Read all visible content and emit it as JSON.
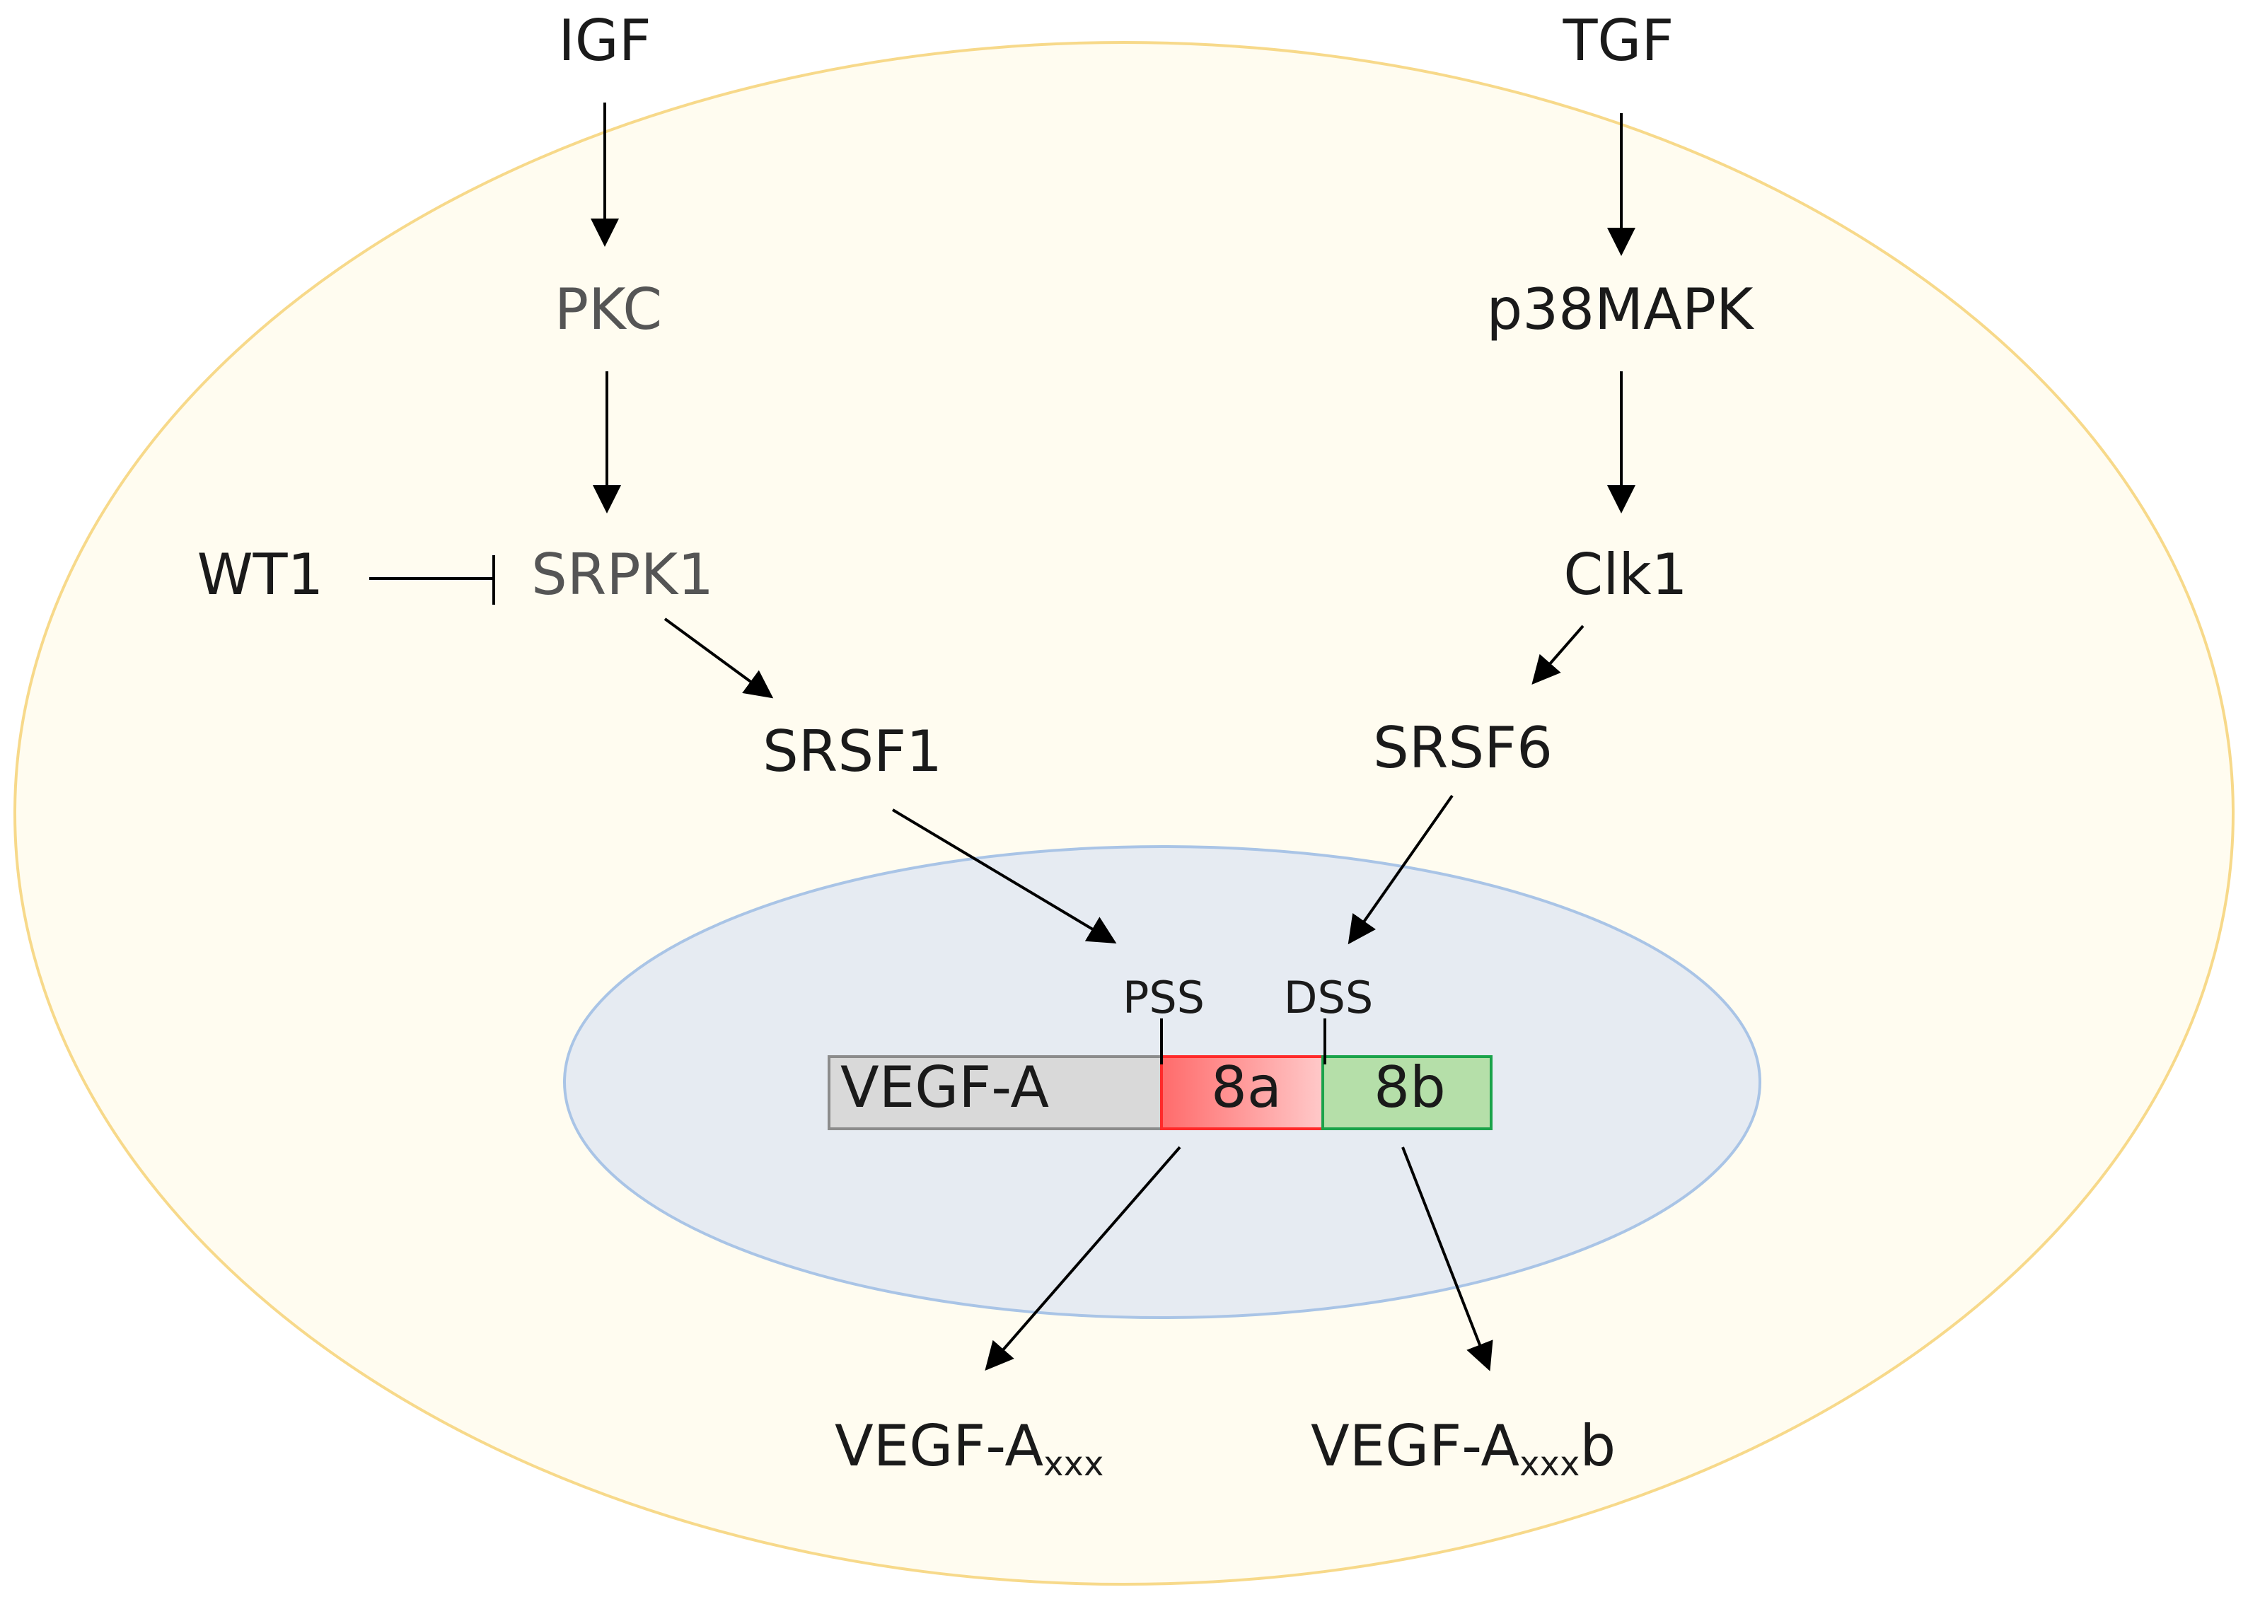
{
  "nodes": {
    "igf": "IGF",
    "tgf": "TGF",
    "pkc": "PKC",
    "p38mapk": "p38MAPK",
    "wt1": "WT1",
    "srpk1": "SRPK1",
    "clk1": "Clk1",
    "srsf1": "SRSF1",
    "srsf6": "SRSF6"
  },
  "gene": {
    "name": "VEGF-A",
    "exon_8a": "8a",
    "exon_8b": "8b",
    "pss": "PSS",
    "dss": "DSS"
  },
  "products": {
    "proximal_base": "VEGF-A",
    "proximal_sub": "xxx",
    "distal_base": "VEGF-A",
    "distal_sub": "xxx",
    "distal_suffix": "b"
  },
  "colors": {
    "cell_fill": "#fffcf0",
    "cell_stroke": "#f7d98a",
    "nucleus_fill": "#e6ebf2",
    "nucleus_stroke": "#a9c4e6",
    "gene_fill": "#d9d9d9",
    "exon_8a": "#ff8a8a",
    "exon_8a_stroke": "#ff2a2a",
    "exon_8b": "#b5dfa9",
    "exon_8b_stroke": "#1aa34a"
  }
}
